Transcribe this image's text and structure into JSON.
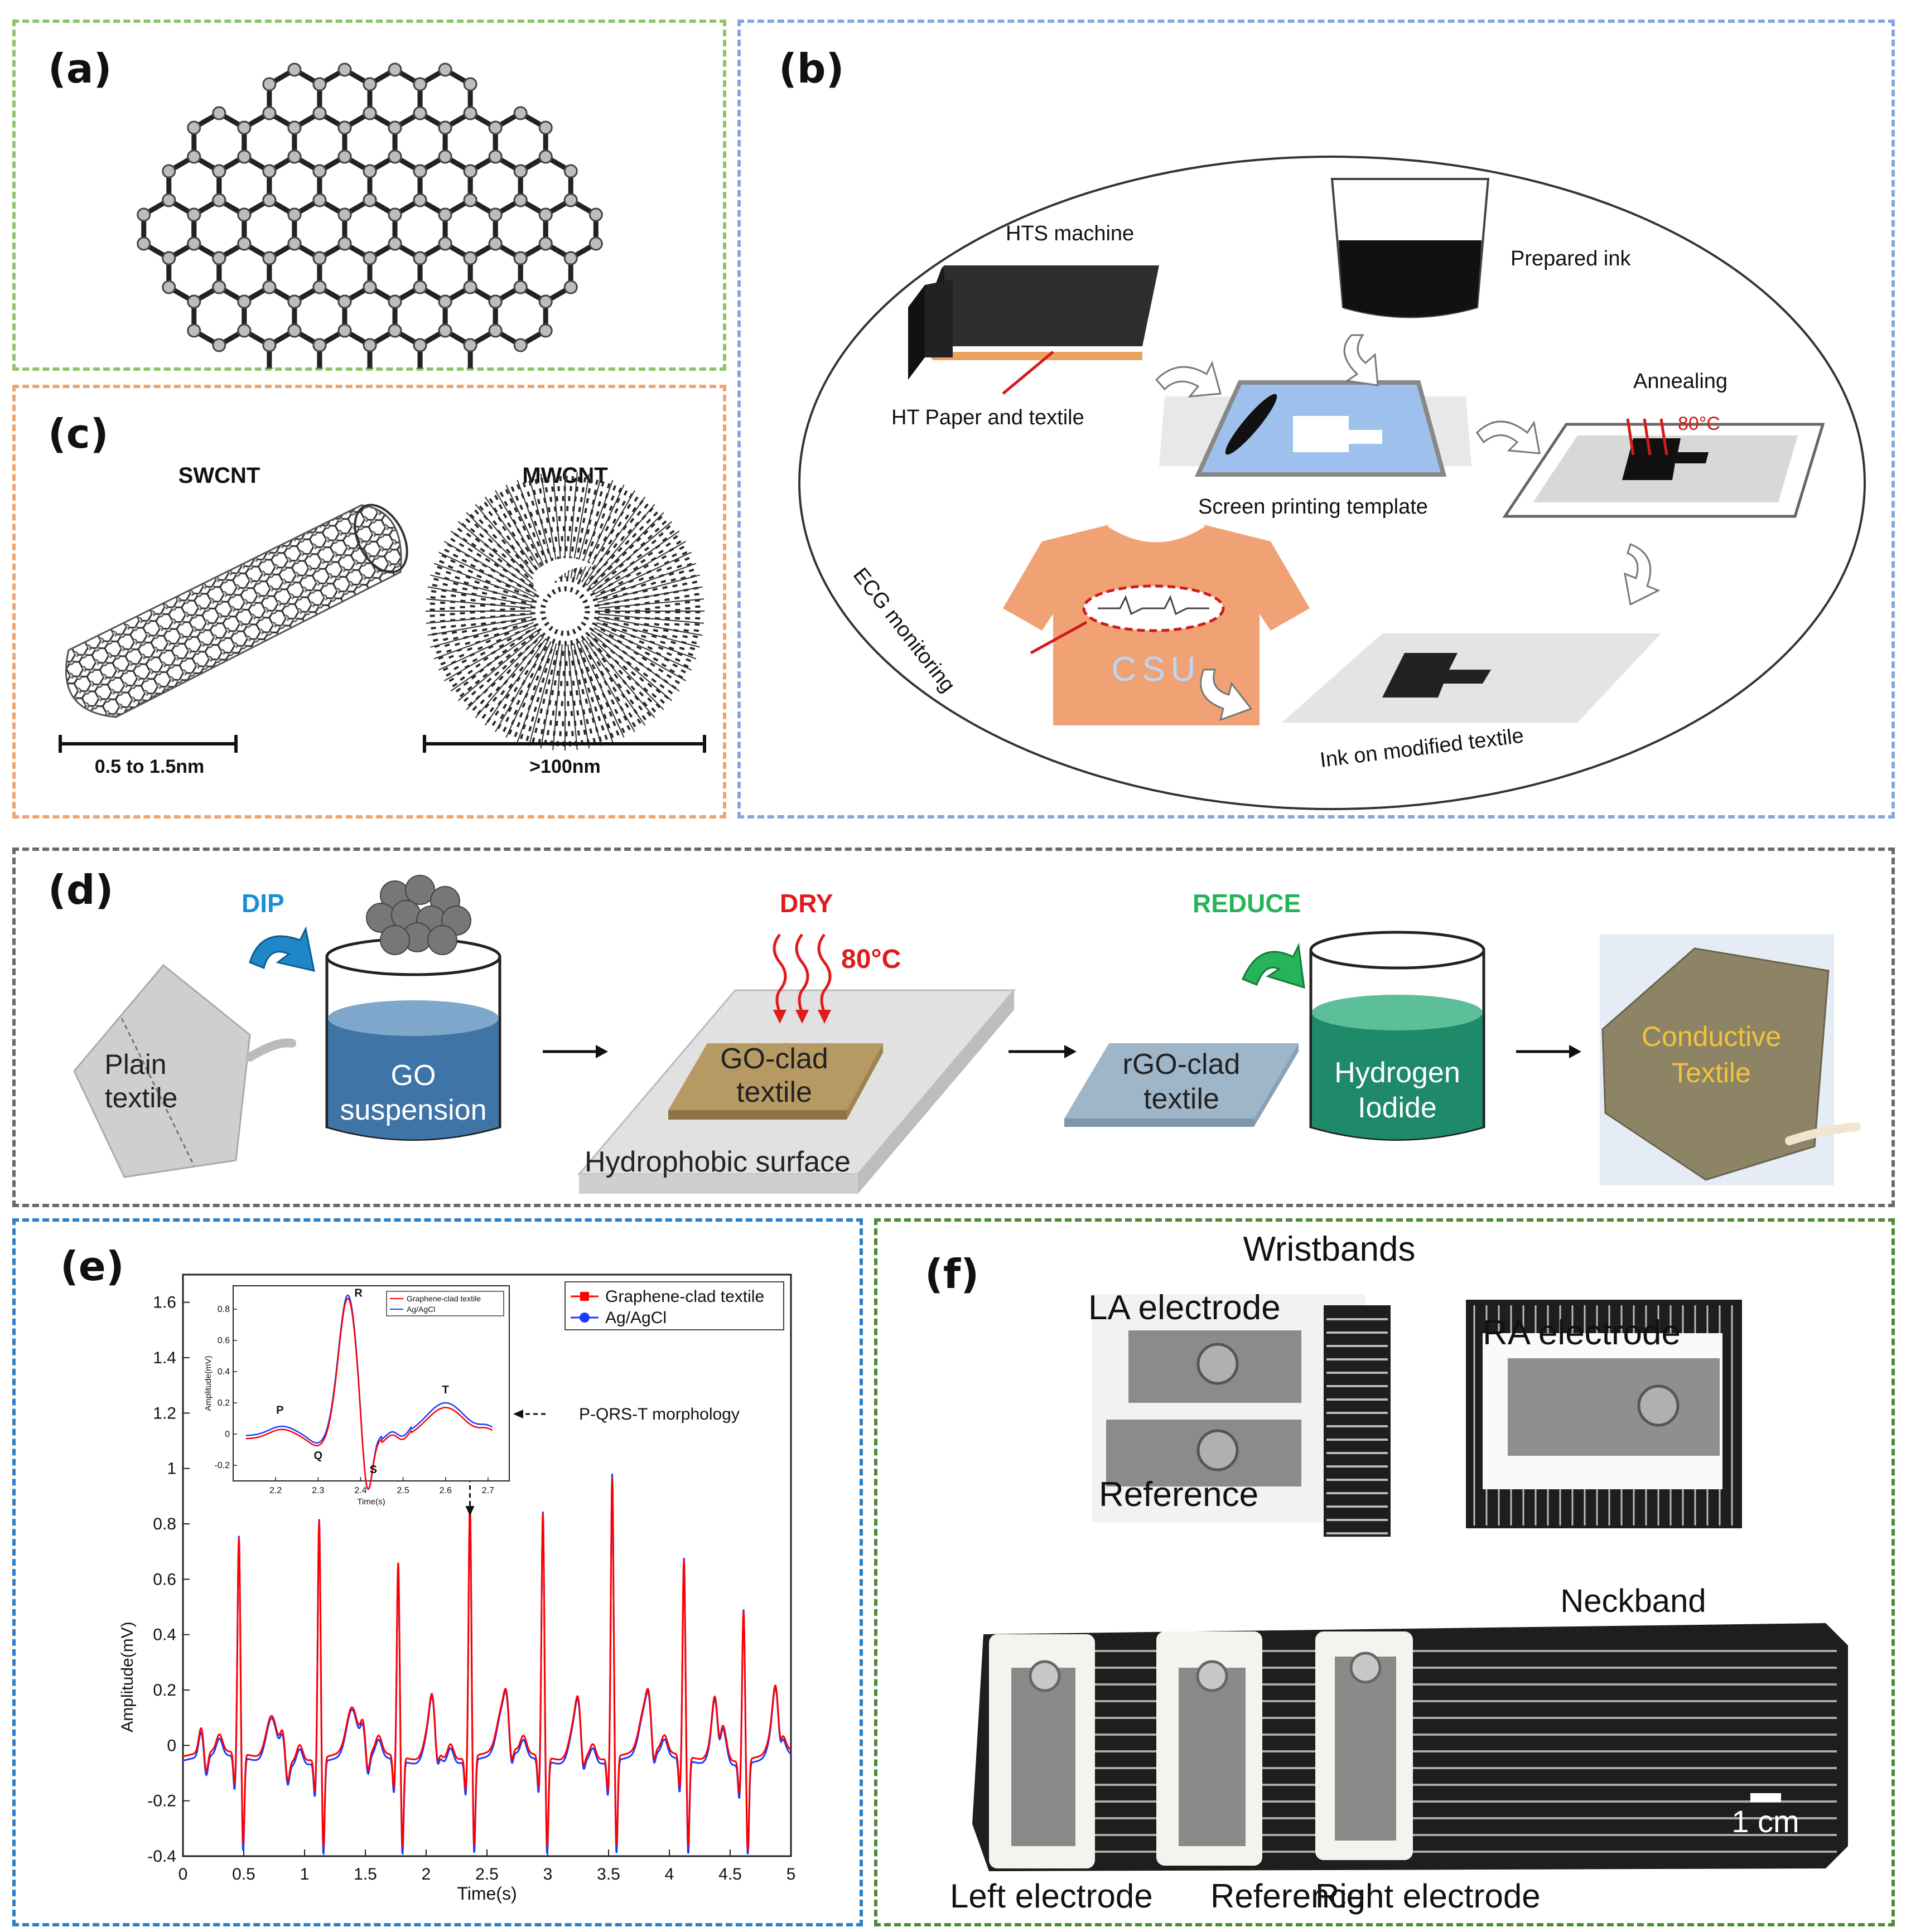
{
  "colors": {
    "panel_a_border": "#8fc46a",
    "panel_b_border": "#86a6dd",
    "panel_c_border": "#eea46f",
    "panel_d_border": "#6a6a6a",
    "panel_e_border": "#2f7fc4",
    "panel_f_border": "#4e8a3a",
    "dip": "#1c8fd6",
    "dry": "#e01b1b",
    "reduce": "#27b35a",
    "go_liquid": "#3f74a6",
    "hi_liquid": "#1e8a6a",
    "graphene_series": "#ff0000",
    "agcl_series": "#1a3cff"
  },
  "panel_a": {
    "label": "(a)"
  },
  "panel_b": {
    "label": "(b)",
    "hts_machine": "HTS machine",
    "prepared_ink": "Prepared ink",
    "ht_paper": "HT Paper and textile",
    "annealing": "Annealing",
    "annealing_temp": "80°C",
    "screen_template": "Screen printing template",
    "ecg_monitoring": "ECG monitoring",
    "shirt_logo": "CSU",
    "ink_on_textile": "Ink on modified textile"
  },
  "panel_c": {
    "label": "(c)",
    "swcnt": "SWCNT",
    "mwcnt": "MWCNT",
    "swcnt_scale": "0.5 to 1.5nm",
    "mwcnt_scale": ">100nm"
  },
  "panel_d": {
    "label": "(d)",
    "dip": "DIP",
    "dry": "DRY",
    "reduce": "REDUCE",
    "temp": "80°C",
    "plain_textile_1": "Plain",
    "plain_textile_2": "textile",
    "go_1": "GO",
    "go_2": "suspension",
    "goclad_1": "GO-clad",
    "goclad_2": "textile",
    "hydrophobic": "Hydrophobic surface",
    "rgo_1": "rGO-clad",
    "rgo_2": "textile",
    "hi_1": "Hydrogen",
    "hi_2": "Iodide",
    "cond_1": "Conductive",
    "cond_2": "Textile"
  },
  "panel_e": {
    "label": "(e)"
  },
  "panel_f": {
    "label": "(f)",
    "wristbands": "Wristbands",
    "la_electrode": "LA electrode",
    "ra_electrode": "RA electrode",
    "reference_top": "Reference",
    "neckband": "Neckband",
    "scale": "1 cm",
    "left_electrode": "Left electrode",
    "reference_bottom": "Reference",
    "right_electrode": "Right electrode"
  },
  "chart_data": [
    {
      "type": "line",
      "xlabel": "Time(s)",
      "ylabel": "Amplitude(mV)",
      "xlim": [
        0,
        5
      ],
      "ylim": [
        -0.4,
        1.7
      ],
      "xticks": [
        "0",
        "0.5",
        "1",
        "1.5",
        "2",
        "2.5",
        "3",
        "3.5",
        "4",
        "4.5",
        "5"
      ],
      "yticks": [
        "-0.4",
        "-0.2",
        "0",
        "0.2",
        "0.4",
        "0.6",
        "0.8",
        "1",
        "1.2",
        "1.4",
        "1.6"
      ],
      "legend_position": "top-right",
      "annotation": "P-QRS-T morphology",
      "r_peaks_x": [
        0.46,
        1.12,
        1.77,
        2.36,
        2.96,
        3.53,
        4.12,
        4.61
      ],
      "series": [
        {
          "name": "Graphene-clad textile",
          "r_peak_values": [
            0.74,
            0.82,
            0.66,
            0.87,
            0.84,
            0.97,
            0.67,
            0.5
          ]
        },
        {
          "name": "Ag/AgCl",
          "r_peak_values": [
            0.76,
            0.84,
            0.67,
            0.89,
            0.86,
            1.0,
            0.69,
            0.52
          ]
        }
      ]
    },
    {
      "type": "line",
      "xlabel": "Time(s)",
      "ylabel": "Amplitude(mV)",
      "xlim": [
        2.1,
        2.75
      ],
      "ylim": [
        -0.3,
        0.95
      ],
      "xticks": [
        "2.2",
        "2.3",
        "2.4",
        "2.5",
        "2.6",
        "2.7"
      ],
      "yticks": [
        "-0.2",
        "0",
        "0.2",
        "0.4",
        "0.6",
        "0.8"
      ],
      "legend_position": "top-right",
      "wave_labels": [
        "P",
        "Q",
        "R",
        "S",
        "T"
      ],
      "series": [
        {
          "name": "Graphene-clad textile"
        },
        {
          "name": "Ag/AgCl"
        }
      ]
    }
  ]
}
